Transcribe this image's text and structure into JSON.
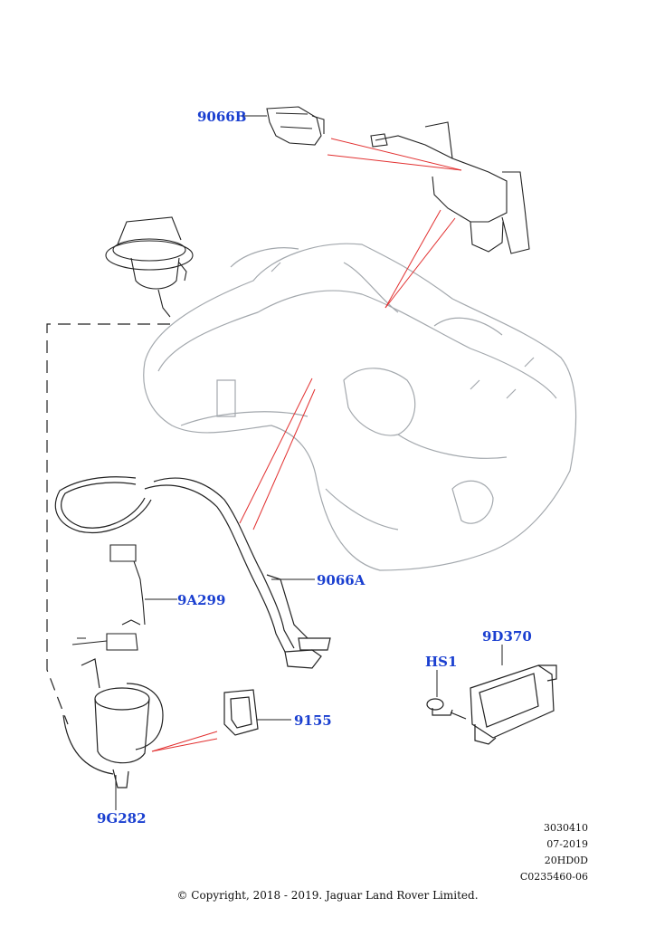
{
  "callouts": {
    "p9066B": "9066B",
    "p9A299": "9A299",
    "p9066A": "9066A",
    "p9D370": "9D370",
    "pHS1": "HS1",
    "p9155": "9155",
    "p9G282": "9G282"
  },
  "footer": {
    "ref1": "3030410",
    "date": "07-2019",
    "model": "20HD0D",
    "code": "C0235460-06",
    "copyright": "© Copyright, 2018 - 2019. Jaguar Land Rover Limited."
  },
  "colors": {
    "callout": "#1a3fd0",
    "leader_red": "#e23030",
    "tank_outline": "#9aa0a6",
    "part_outline": "#222222"
  }
}
